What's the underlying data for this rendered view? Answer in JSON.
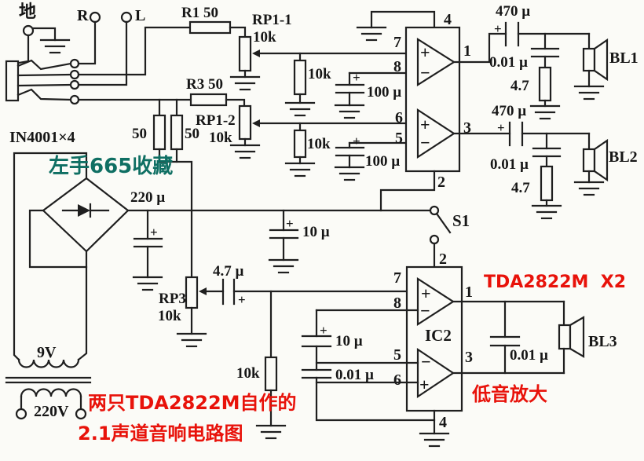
{
  "texts": {
    "watermark": "左手665收藏",
    "title1": "两只TDA2822M自作的",
    "title2": "2.1声道音响电路图",
    "chip": "TDA2822M  X2",
    "bass": "低音放大"
  },
  "labels": {
    "gnd": "地",
    "in_r": "R",
    "in_l": "L",
    "r1": "R1 50",
    "r3": "R3 50",
    "rp1_1": "RP1-1",
    "rp1_2": "RP1-2",
    "rp3": "RP3",
    "val_10k": "10k",
    "r50": "50",
    "in4001": "IN4001×4",
    "c220": "220 µ",
    "c10": "10 µ",
    "c100": "100 µ",
    "c470": "470 µ",
    "c001": "0.01 µ",
    "c47u": "4.7 µ",
    "r47": "4.7",
    "bl1": "BL1",
    "bl2": "BL2",
    "bl3": "BL3",
    "s1": "S1",
    "ic2": "IC2",
    "v9": "9V",
    "v220": "220V"
  },
  "pins": {
    "p1": "1",
    "p2": "2",
    "p3": "3",
    "p4": "4",
    "p5": "5",
    "p6": "6",
    "p7": "7",
    "p8": "8"
  },
  "signs": {
    "plus": "+",
    "minus": "−"
  },
  "colors": {
    "red": "#e8120a",
    "teal": "#0f6f63",
    "line": "#1f1f1f",
    "bg": "#fbfbf7"
  }
}
